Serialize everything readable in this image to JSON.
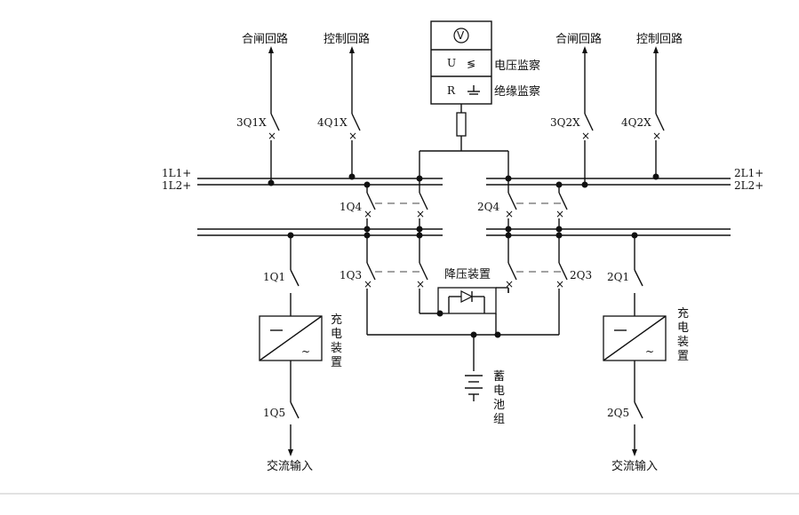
{
  "labels": {
    "close_circuit_left": "合闸回路",
    "control_circuit_left": "控制回路",
    "close_circuit_right": "合闸回路",
    "control_circuit_right": "控制回路",
    "voltage_monitor": "电压监察",
    "insulation_monitor": "绝缘监察",
    "step_down_device": "降压装置",
    "charger_left": "充电装置",
    "charger_right": "充电装置",
    "battery_bank": "蓄电池组",
    "ac_input_left": "交流输入",
    "ac_input_right": "交流输入"
  },
  "buses": {
    "left_1": "1L1+",
    "left_2": "1L2+",
    "right_1": "2L1+",
    "right_2": "2L2+"
  },
  "switches": {
    "s3q1x": "3Q1X",
    "s4q1x": "4Q1X",
    "s3q2x": "3Q2X",
    "s4q2x": "4Q2X",
    "s1q4": "1Q4",
    "s2q4": "2Q4",
    "s1q1": "1Q1",
    "s1q3": "1Q3",
    "s2q3": "2Q3",
    "s2q1": "2Q1",
    "s1q5": "1Q5",
    "s2q5": "2Q5"
  },
  "monitor_panel": {
    "volt_symbol": "V",
    "u_label": "U",
    "r_label": "R"
  }
}
